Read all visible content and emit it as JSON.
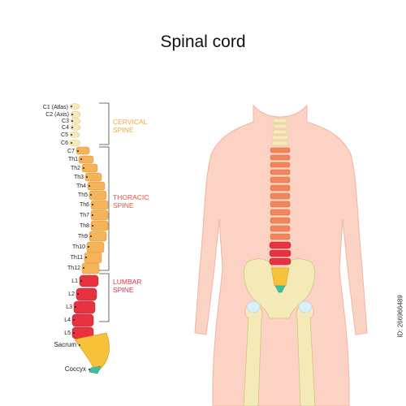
{
  "title": "Spinal cord",
  "regions": {
    "cervical": [
      "CERVICAL",
      "SPINE"
    ],
    "thoracic": [
      "THORACIC",
      "SPINE"
    ],
    "lumbar": [
      "LUMBAR",
      "SPINE"
    ]
  },
  "vertebrae": {
    "cervical": [
      "C1 (Atlas)",
      "C2 (Axis)",
      "C3",
      "C4",
      "C5",
      "C6"
    ],
    "thoracic": [
      "C7",
      "Th1",
      "Th2",
      "Th3",
      "Th4",
      "Th5",
      "Th6",
      "Th7",
      "Th8",
      "Th9",
      "Th10",
      "Th11",
      "Th12"
    ],
    "lumbar": [
      "L1",
      "L2",
      "L3",
      "L4",
      "L5"
    ]
  },
  "sacrum": "Sacrum",
  "coccyx": "Coccyx",
  "side_id": "ID: 266966489",
  "colors": {
    "cervical": "#f7e9b8",
    "thoracic": "#f6b45a",
    "lumbar": "#e8323f",
    "sacrum": "#f6c23a",
    "coccyx": "#3cc0a4",
    "skin": "#fbd2c3",
    "bone": "#f3eab8",
    "cervical_label": "#f4a93a",
    "thoracic_label": "#e8503a",
    "lumbar_label": "#e8323f"
  }
}
